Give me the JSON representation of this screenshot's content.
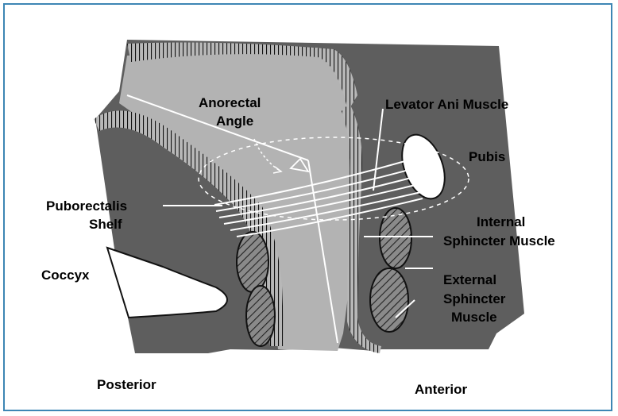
{
  "colors": {
    "border": "#3d86b4",
    "tissue": "#5e5e5e",
    "lumen": "#b3b3b3",
    "bone": "#ffffff",
    "line": "#ffffff",
    "text": "#000000"
  },
  "labels": {
    "anorectal_angle": [
      "Anorectal",
      "Angle"
    ],
    "levator_ani": "Levator Ani Muscle",
    "pubis": "Pubis",
    "puborectalis_shelf": [
      "Puborectalis",
      "Shelf"
    ],
    "internal_sphincter": [
      "Internal",
      "Sphincter Muscle"
    ],
    "coccyx": "Coccyx",
    "external_sphincter": [
      "External",
      "Sphincter",
      "Muscle"
    ],
    "posterior": "Posterior",
    "anterior": "Anterior"
  }
}
